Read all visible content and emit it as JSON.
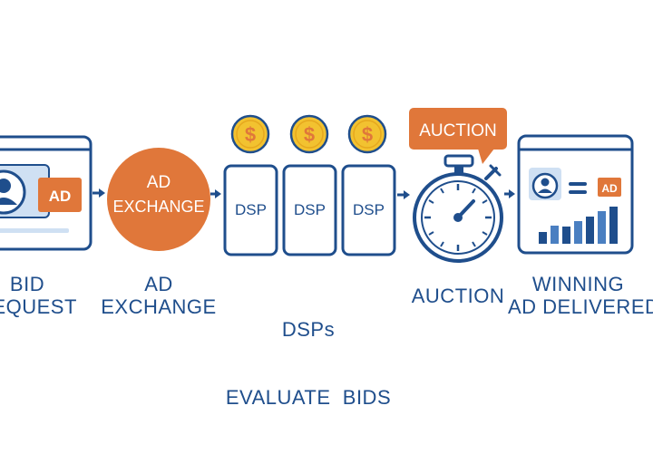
{
  "colors": {
    "navy": "#1f4e8c",
    "orange": "#e0773a",
    "gold": "#f2c230",
    "light_blue": "#cfe0f3",
    "white": "#ffffff"
  },
  "steps": [
    {
      "id": "bid-request",
      "icon": "browser-window-icon",
      "ad_label": "AD",
      "caption_line1": "BID",
      "caption_line2": "REQUEST"
    },
    {
      "id": "ad-exchange",
      "icon": "exchange-circle-icon",
      "circle_line1": "AD",
      "circle_line2": "EXCHANGE",
      "caption_line1": "AD",
      "caption_line2": "EXCHANGE"
    },
    {
      "id": "dsps-evaluate-bids",
      "icon": "dollar-coin-icon",
      "coin_symbol": "$",
      "dsp_cards": [
        "DSP",
        "DSP",
        "DSP"
      ],
      "caption_line1": "DSPs",
      "caption_line2": "EVALUATE  BIDS"
    },
    {
      "id": "auction",
      "icon": "stopwatch-icon",
      "bubble_label": "AUCTION",
      "caption_line1": "AUCTION"
    },
    {
      "id": "winning-ad-delivered",
      "icon": "browser-chart-icon",
      "ad_label": "AD",
      "caption_line1": "WINNING",
      "caption_line2": "AD DELIVERED"
    }
  ]
}
